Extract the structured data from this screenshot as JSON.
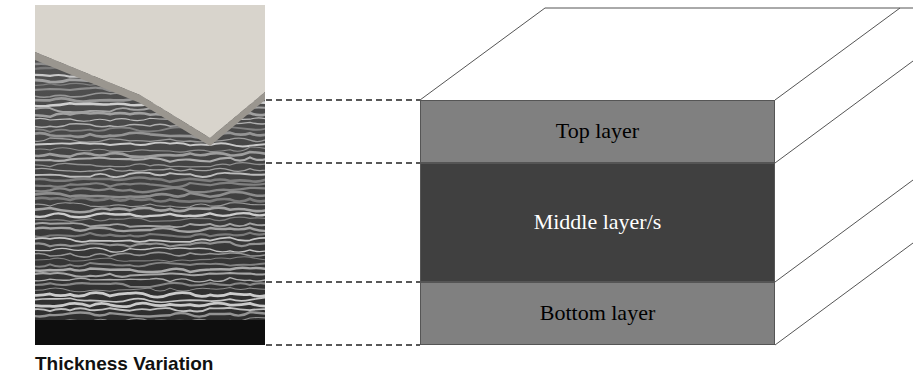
{
  "diagram": {
    "caption": "Thickness Variation",
    "nodes": [
      {
        "text": [
          "Top layer"
        ]
      },
      {
        "text": [
          "Middle layer/s"
        ]
      },
      {
        "text": [
          "Bottom layer"
        ]
      }
    ]
  }
}
